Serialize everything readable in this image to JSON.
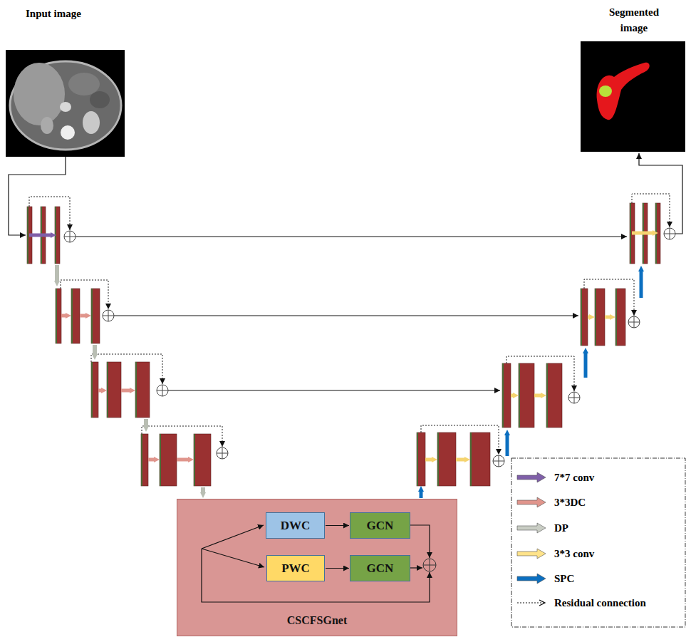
{
  "diagram": {
    "nodes": [
      {
        "text": [
          "CSCFSGnet"
        ]
      },
      {
        "text": [
          "DWC"
        ],
        "in": 0
      },
      {
        "text": [
          "GCN"
        ],
        "in": 0
      },
      {
        "text": [
          "PWC"
        ],
        "in": 0
      },
      {
        "text": [
          "GCN"
        ],
        "in": 0
      }
    ],
    "edges": [
      {
        "from": 1,
        "to": 2,
        "arrow": "to"
      },
      {
        "from": 3,
        "to": 4,
        "arrow": "to"
      }
    ],
    "labels": [
      "Input image",
      "Segmented image"
    ],
    "legend": [
      {
        "text": "7*7 conv",
        "color": "#7F5FA8"
      },
      {
        "text": "3*3DC",
        "color": "#E0958C"
      },
      {
        "text": "DP",
        "color": "#C9CDC4"
      },
      {
        "text": "3*3 conv",
        "color": "#FFE38A"
      },
      {
        "text": "SPC",
        "color": "#0B6FC0"
      },
      {
        "text": "Residual connection"
      }
    ]
  }
}
